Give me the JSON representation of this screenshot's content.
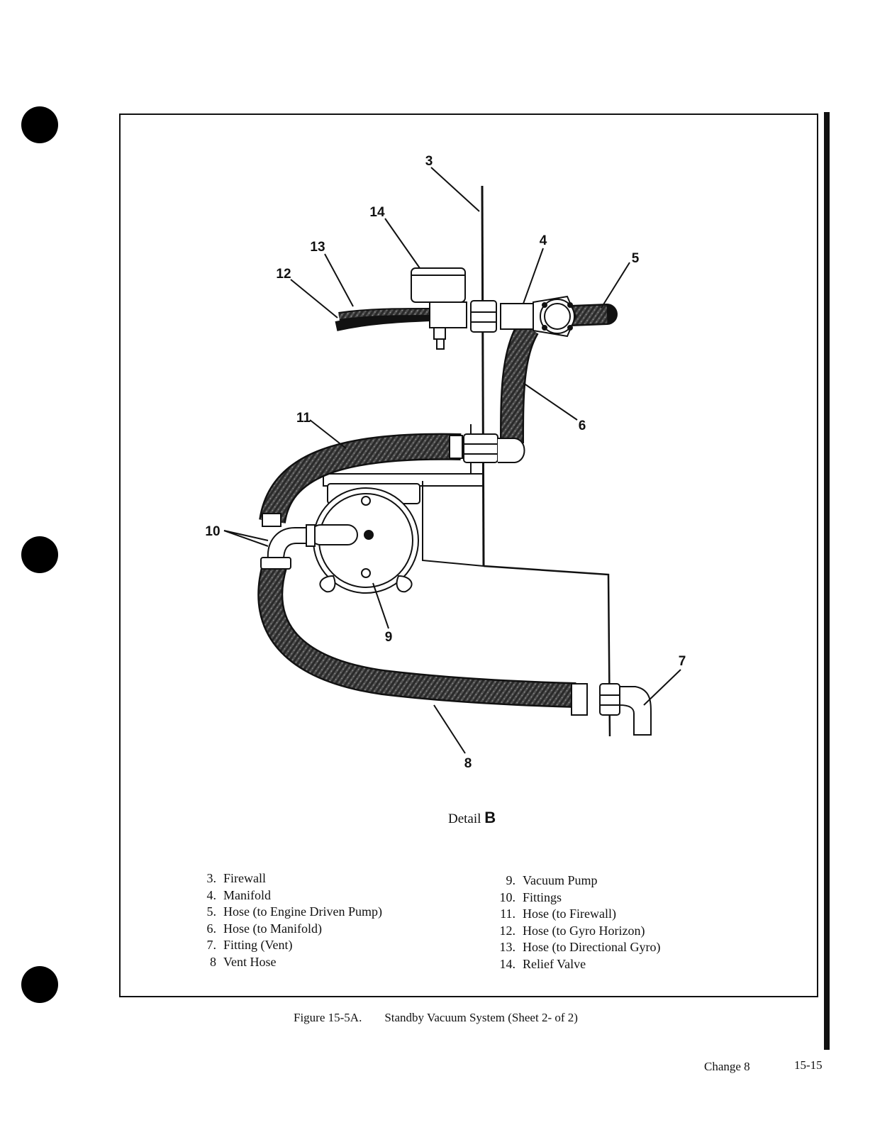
{
  "detail": {
    "prefix": "Detail",
    "letter": "B"
  },
  "callouts": [
    "3",
    "14",
    "4",
    "5",
    "13",
    "12",
    "6",
    "11",
    "10",
    "9",
    "7",
    "8"
  ],
  "legend_left": [
    {
      "num": "3.",
      "text": "Firewall"
    },
    {
      "num": "4.",
      "text": "Manifold"
    },
    {
      "num": "5.",
      "text": "Hose (to Engine Driven Pump)"
    },
    {
      "num": "6.",
      "text": "Hose (to Manifold)"
    },
    {
      "num": "7.",
      "text": "Fitting (Vent)"
    },
    {
      "num": "8",
      "text": "Vent Hose"
    }
  ],
  "legend_right": [
    {
      "num": "9.",
      "text": "Vacuum Pump"
    },
    {
      "num": "10.",
      "text": "Fittings"
    },
    {
      "num": "11.",
      "text": "Hose (to Firewall)"
    },
    {
      "num": "12.",
      "text": "Hose (to Gyro Horizon)"
    },
    {
      "num": "13.",
      "text": "Hose (to Directional Gyro)"
    },
    {
      "num": "14.",
      "text": "Relief Valve"
    }
  ],
  "caption": {
    "figure": "Figure 15-5A.",
    "title": "Standby Vacuum System (Sheet 2- of 2)"
  },
  "footer": {
    "change": "Change 8",
    "page": "15-15"
  }
}
